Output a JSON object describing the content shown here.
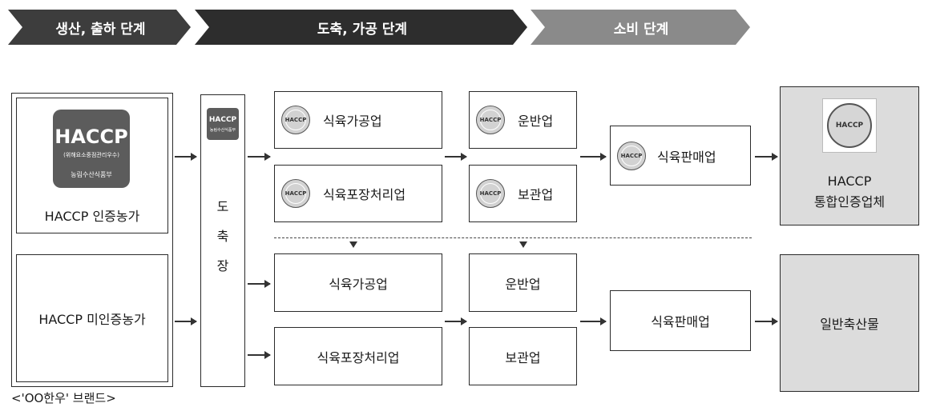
{
  "stages": [
    "생산, 출하 단계",
    "도축, 가공 단계",
    "소비 단계"
  ],
  "stage_colors": [
    "#3d3d3d",
    "#2d2d2d",
    "#8a8a8a"
  ],
  "left": {
    "certified_label": "HACCP 인증농가",
    "uncertified_label": "HACCP 미인증농가",
    "logo": {
      "title": "HACCP",
      "subtitle": "(위해요소중점관리우수)",
      "ministry": "농림수산식품부"
    }
  },
  "slaughterhouse": {
    "chars": [
      "도",
      "축",
      "장"
    ],
    "logo": {
      "title": "HACCP",
      "ministry": "농림수산식품부"
    }
  },
  "certified_flow": {
    "processing": "식육가공업",
    "packaging": "식육포장처리업",
    "transport": "운반업",
    "storage": "보관업",
    "retail": "식육판매업",
    "result_line1": "HACCP",
    "result_line2": "통합인증업체",
    "badge_text": "HACCP"
  },
  "uncertified_flow": {
    "processing": "식육가공업",
    "packaging": "식육포장처리업",
    "transport": "운반업",
    "storage": "보관업",
    "retail": "식육판매업",
    "result": "일반축산물"
  },
  "caption": "<'OO한우' 브랜드>"
}
